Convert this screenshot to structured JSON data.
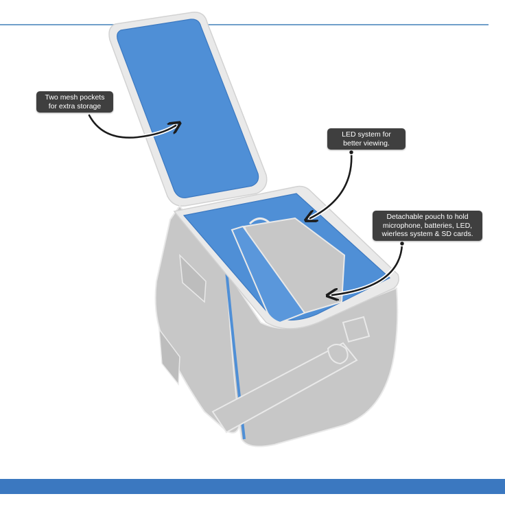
{
  "colors": {
    "accent_blue": "#4f8fd6",
    "accent_blue_dark": "#3b78c0",
    "bag_gray": "#c7c7c7",
    "bag_outline": "#e9e9e9",
    "callout_bg": "#3f3f3f",
    "arrow": "#1c1c1c",
    "rule_blue": "#6f9fca"
  },
  "callouts": {
    "mesh_pockets": {
      "line1": "Two mesh pockets",
      "line2": "for extra storage"
    },
    "led_system": {
      "line1": "LED system for",
      "line2": "better viewing."
    },
    "detachable_pouch": {
      "line1": "Detachable pouch to hold",
      "line2": "microphone, batteries, LED,",
      "line3": "wierless system & SD cards."
    }
  },
  "icons": {
    "arrow": "curved-arrow-icon",
    "lid": "bag-lid-icon",
    "bag": "camera-bag-icon"
  }
}
